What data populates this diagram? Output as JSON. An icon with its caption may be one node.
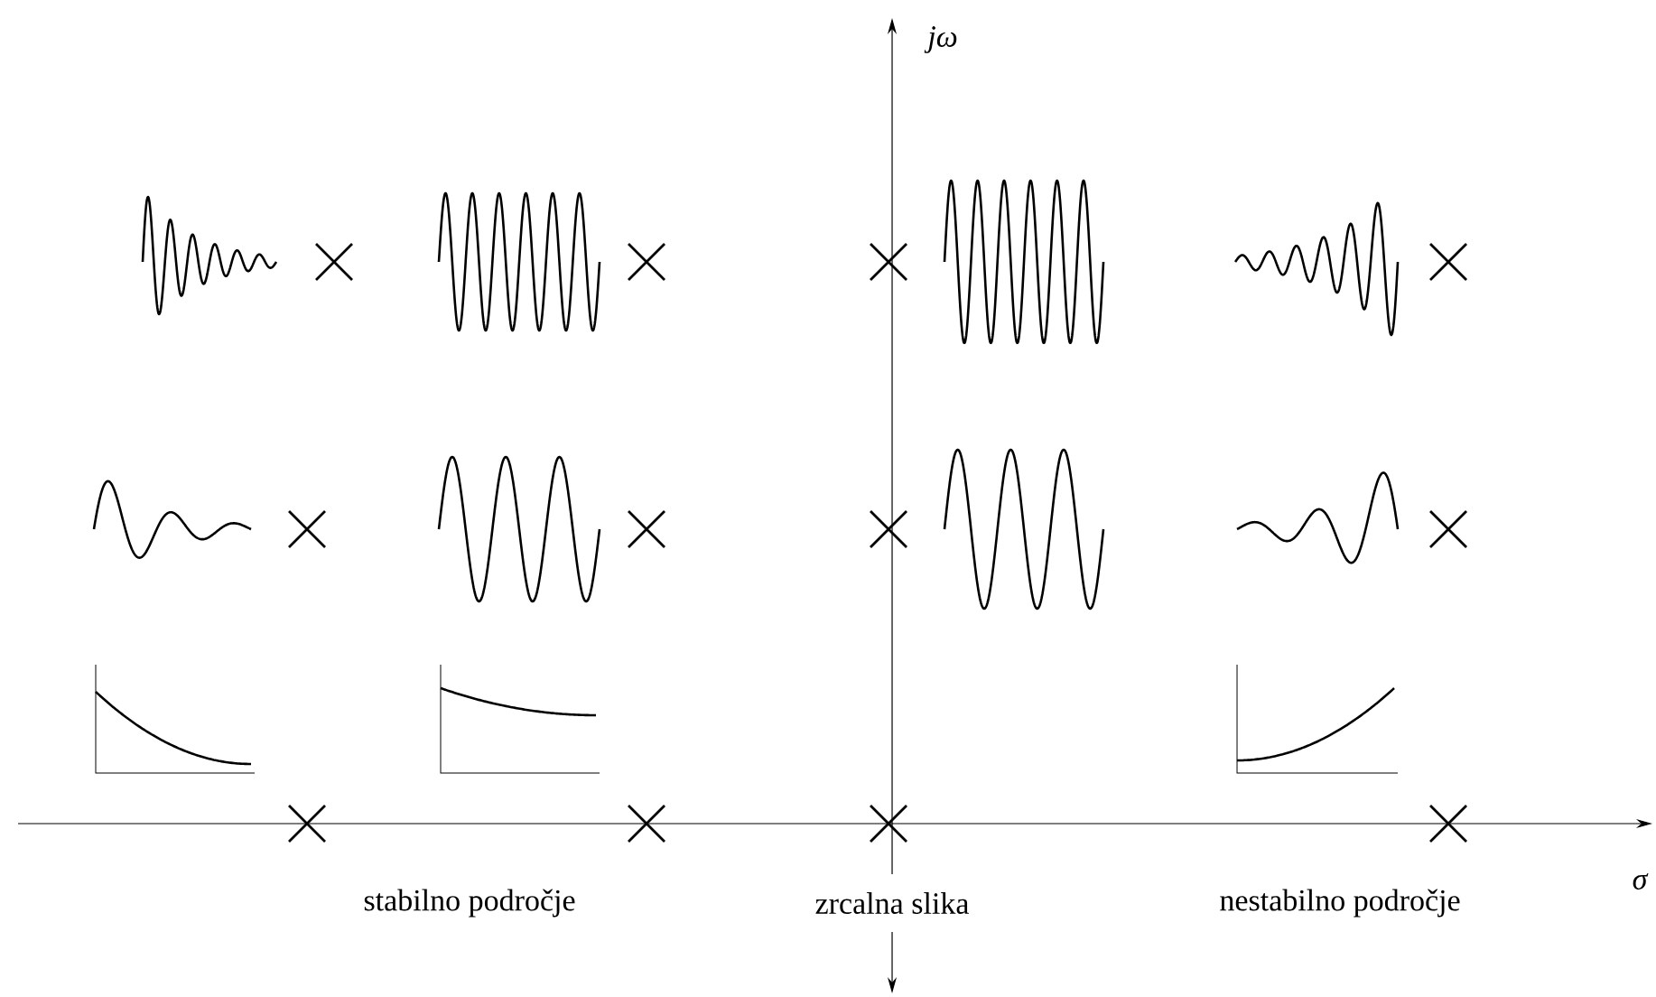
{
  "diagram": {
    "labels": [
      "jω",
      "σ",
      "stabilno področje",
      "zrcalna slika",
      "nestabilno področje"
    ]
  }
}
